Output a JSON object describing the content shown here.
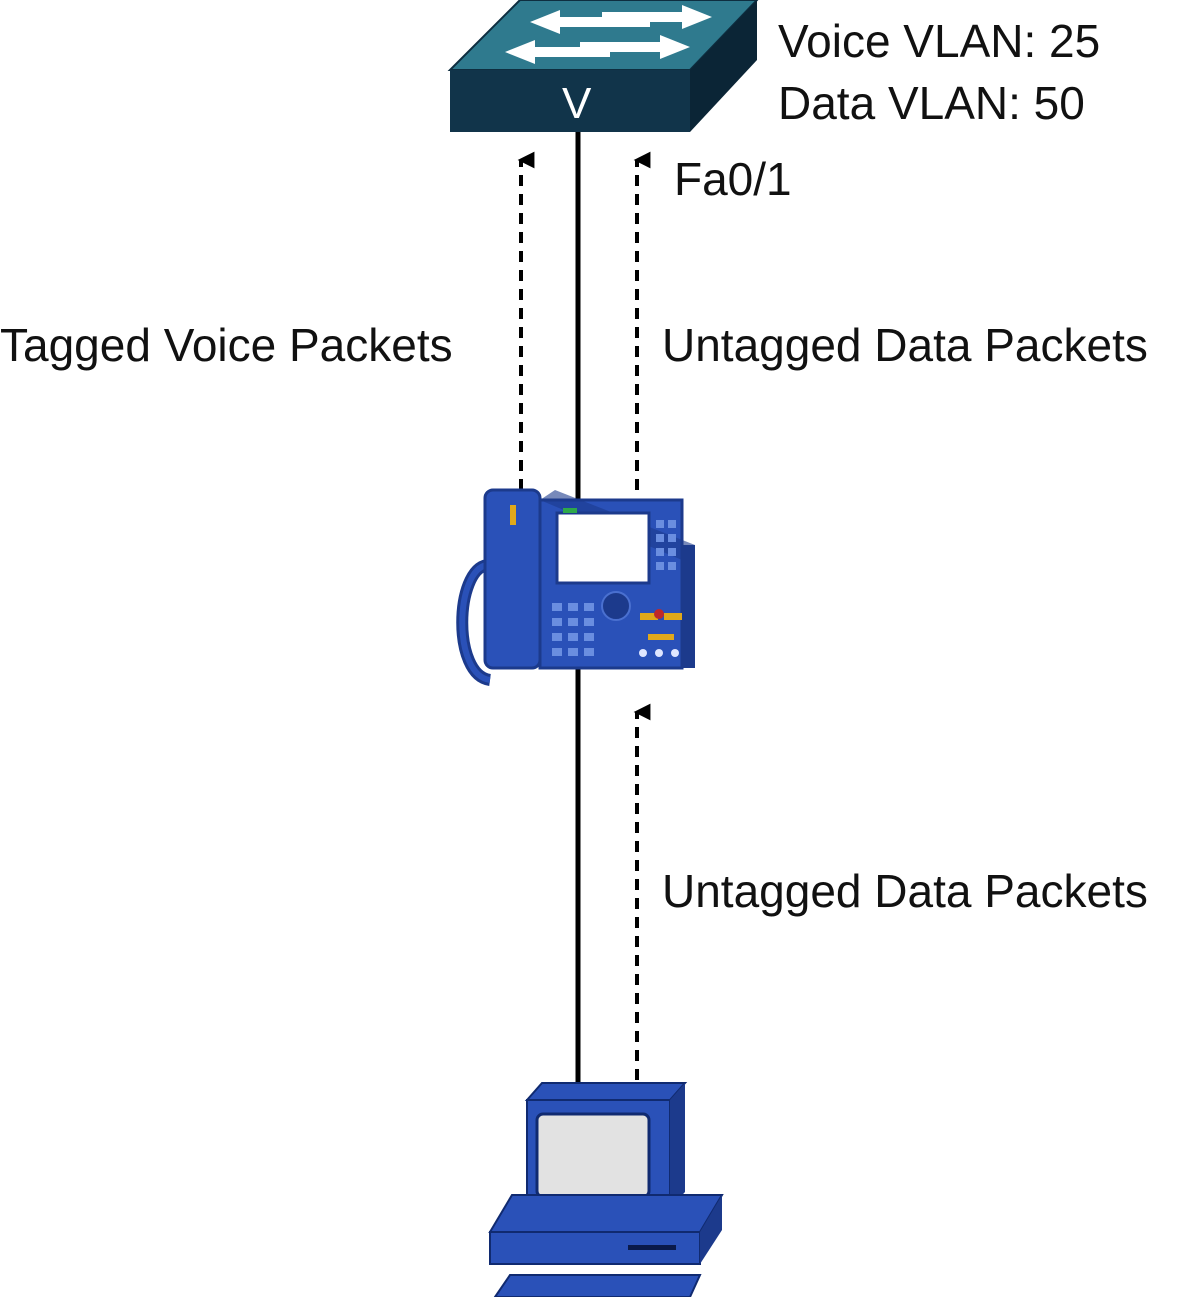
{
  "switch": {
    "vlan_symbol": "V",
    "voice_vlan": "Voice VLAN: 25",
    "data_vlan": "Data VLAN: 50",
    "port": "Fa0/1",
    "icon": "multilayer-switch-icon"
  },
  "phone": {
    "icon": "ip-phone-icon"
  },
  "pc": {
    "icon": "workstation-icon"
  },
  "flows": {
    "phone_to_switch_voice": "Tagged Voice Packets",
    "phone_to_switch_data": "Untagged Data Packets",
    "pc_to_phone_data": "Untagged Data Packets"
  },
  "colors": {
    "switch_top": "#2f7a8e",
    "switch_front": "#11344a",
    "device_blue": "#2a51b8",
    "device_dark": "#1c3a8c",
    "screen": "#e2e2e2",
    "line": "#000000"
  }
}
